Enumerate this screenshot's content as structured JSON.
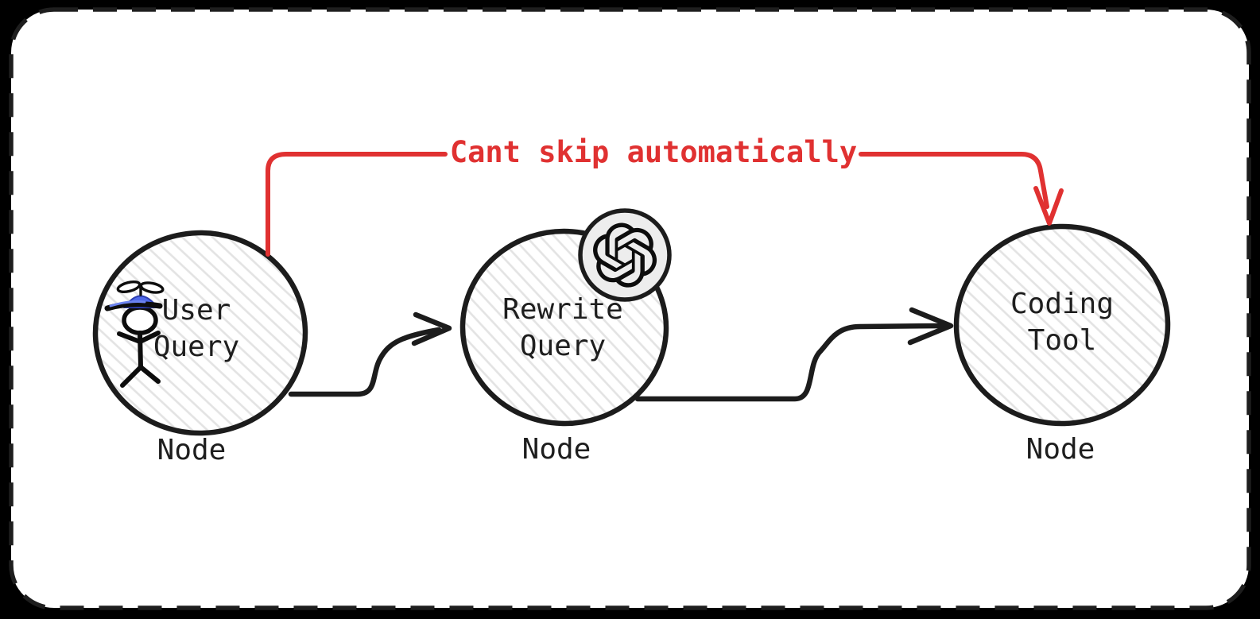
{
  "canvas": {
    "background_color": "#000000",
    "frame_fill": "#ffffff",
    "stroke_color": "#1e1e1e",
    "hatch_color": "#e3e3e3",
    "accent_red": "#e03131",
    "cap_blue": "#4e68e8",
    "badge_fill": "#ededed"
  },
  "annotation": {
    "label": "Cant skip automatically",
    "color": "#e03131",
    "arrow": "from User Query node top, over the top, down into Coding Tool node"
  },
  "nodes": [
    {
      "title": "User\nQuery",
      "caption": "Node",
      "icon": "stick-figure-with-propeller-cap"
    },
    {
      "title": "Rewrite\nQuery",
      "caption": "Node",
      "icon": "openai-logo"
    },
    {
      "title": "Coding\nTool",
      "caption": "Node",
      "icon": ""
    }
  ],
  "edges": [
    {
      "from": "User Query",
      "to": "Rewrite Query",
      "style": "black s-curve arrow"
    },
    {
      "from": "Rewrite Query",
      "to": "Coding Tool",
      "style": "black s-curve arrow"
    }
  ]
}
